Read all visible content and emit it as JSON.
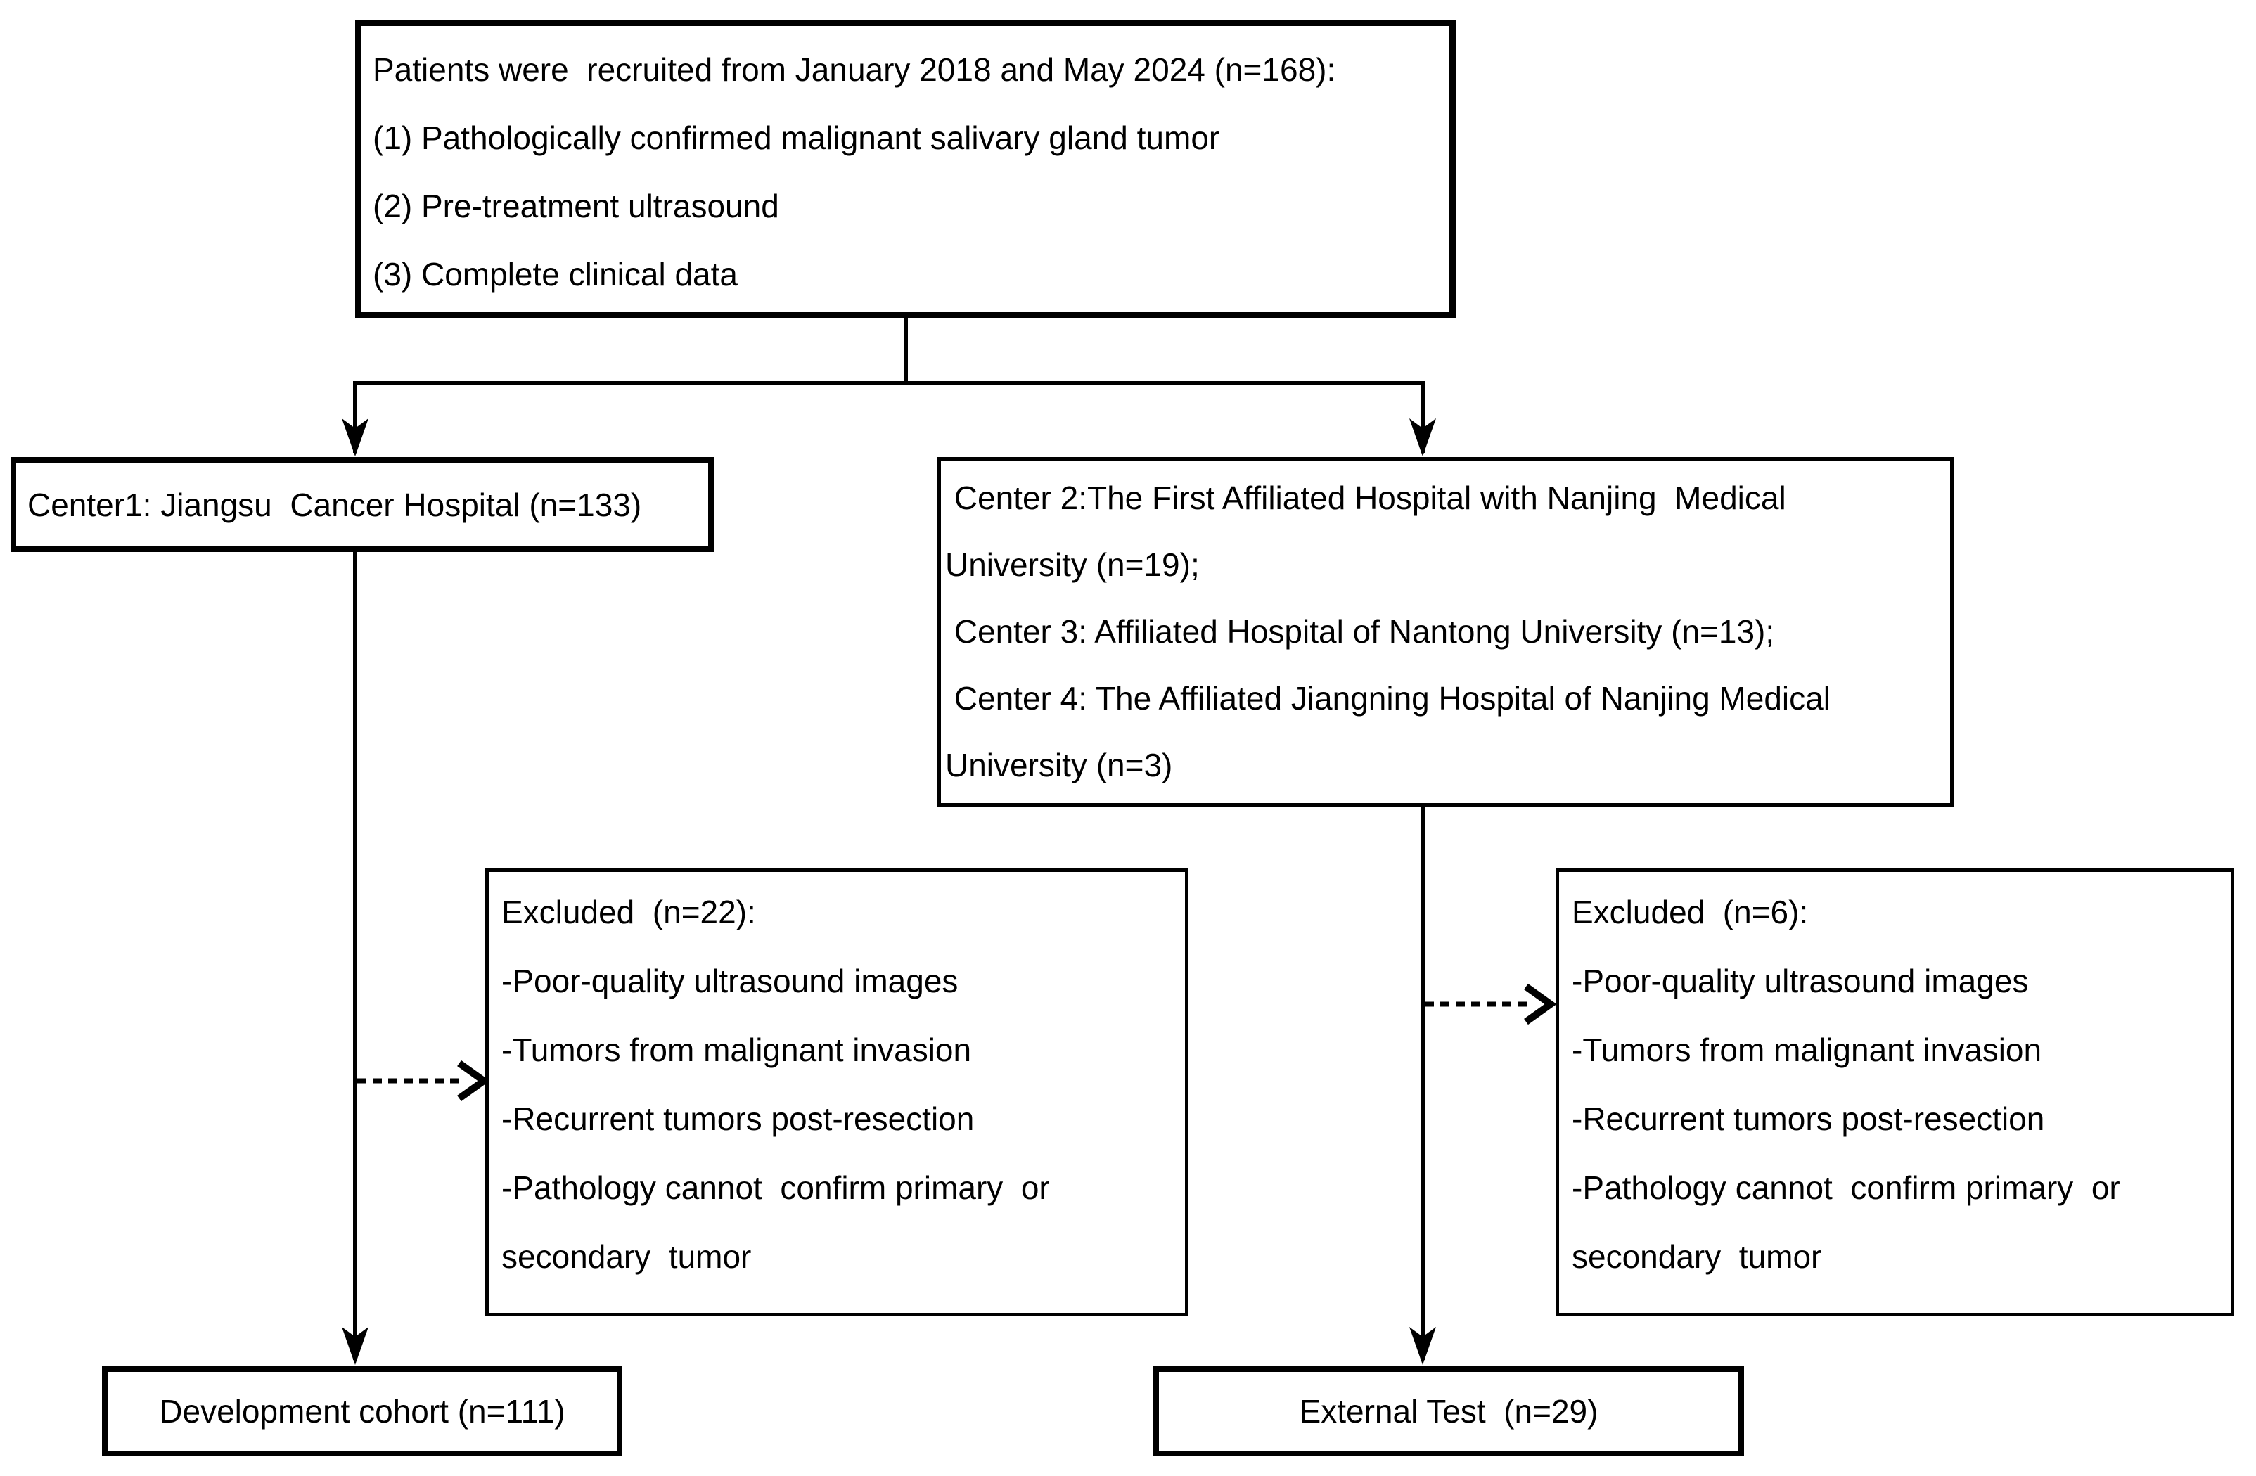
{
  "diagram": {
    "title": "Patient recruitment flowchart",
    "colors": {
      "ink": "#000000",
      "paper": "#ffffff"
    },
    "boxes": {
      "recruitment": {
        "lines": [
          "Patients were  recruited from January 2018 and May 2024 (n=168):",
          "(1) Pathologically confirmed malignant salivary gland tumor",
          "(2) Pre-treatment ultrasound",
          "(3) Complete clinical data"
        ]
      },
      "center1": {
        "label": "Center1: Jiangsu  Cancer Hospital (n=133)"
      },
      "centers234": {
        "lines": [
          " Center 2:The First Affiliated Hospital with Nanjing  Medical",
          "University (n=19);",
          " Center 3: Affiliated Hospital of Nantong University (n=13);",
          " Center 4: The Affiliated Jiangning Hospital of Nanjing Medical",
          "University (n=3)"
        ]
      },
      "excluded_left": {
        "lines": [
          "Excluded  (n=22):",
          "-Poor-quality ultrasound images",
          "-Tumors from malignant invasion",
          "-Recurrent tumors post-resection",
          "-Pathology cannot  confirm primary  or",
          "secondary  tumor"
        ]
      },
      "excluded_right": {
        "lines": [
          "Excluded  (n=6):",
          "-Poor-quality ultrasound images",
          "-Tumors from malignant invasion",
          "-Recurrent tumors post-resection",
          "-Pathology cannot  confirm primary  or",
          "secondary  tumor"
        ]
      },
      "development": {
        "label": "Development cohort (n=111)"
      },
      "external": {
        "label": "External Test  (n=29)"
      }
    }
  }
}
